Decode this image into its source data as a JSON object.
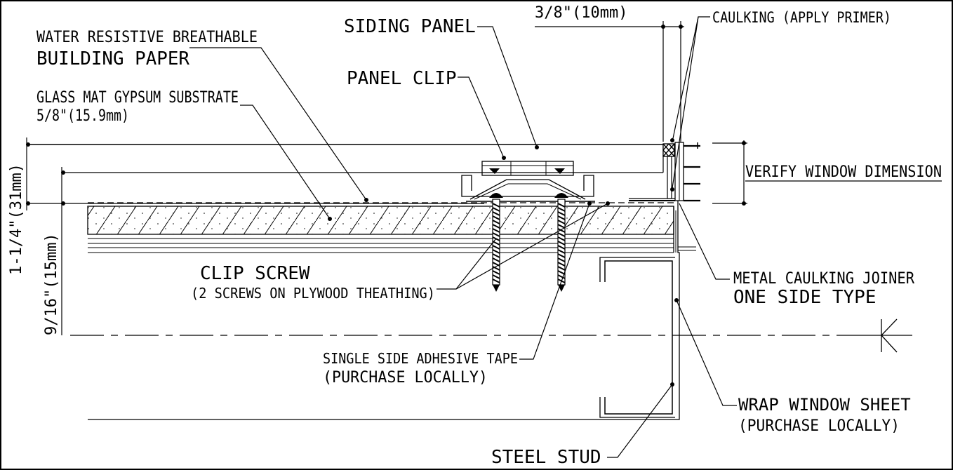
{
  "labels": {
    "siding_panel": "SIDING PANEL",
    "dim_3_8": "3/8\"(10mm)",
    "caulking": "CAULKING (APPLY PRIMER)",
    "water_resistive_1": "WATER RESISTIVE BREATHABLE",
    "water_resistive_2": "BUILDING PAPER",
    "panel_clip": "PANEL CLIP",
    "glass_mat_1": "GLASS MAT GYPSUM SUBSTRATE",
    "glass_mat_2": "5/8\"(15.9mm)",
    "verify_window": "VERIFY WINDOW DIMENSION",
    "dim_1_1_4": "1-1/4\"(31mm)",
    "dim_9_16": "9/16\"(15mm)",
    "clip_screw_1": "CLIP SCREW",
    "clip_screw_2": "(2 SCREWS ON PLYWOOD THEATHING)",
    "metal_caulking_1": "METAL CAULKING JOINER",
    "metal_caulking_2": "ONE SIDE TYPE",
    "adhesive_tape_1": "SINGLE SIDE ADHESIVE TAPE",
    "adhesive_tape_2": "(PURCHASE LOCALLY)",
    "wrap_window_1": "WRAP WINDOW SHEET",
    "wrap_window_2": "(PURCHASE LOCALLY)",
    "steel_stud": "STEEL STUD"
  },
  "colors": {
    "line": "#000000",
    "background": "#ffffff"
  }
}
